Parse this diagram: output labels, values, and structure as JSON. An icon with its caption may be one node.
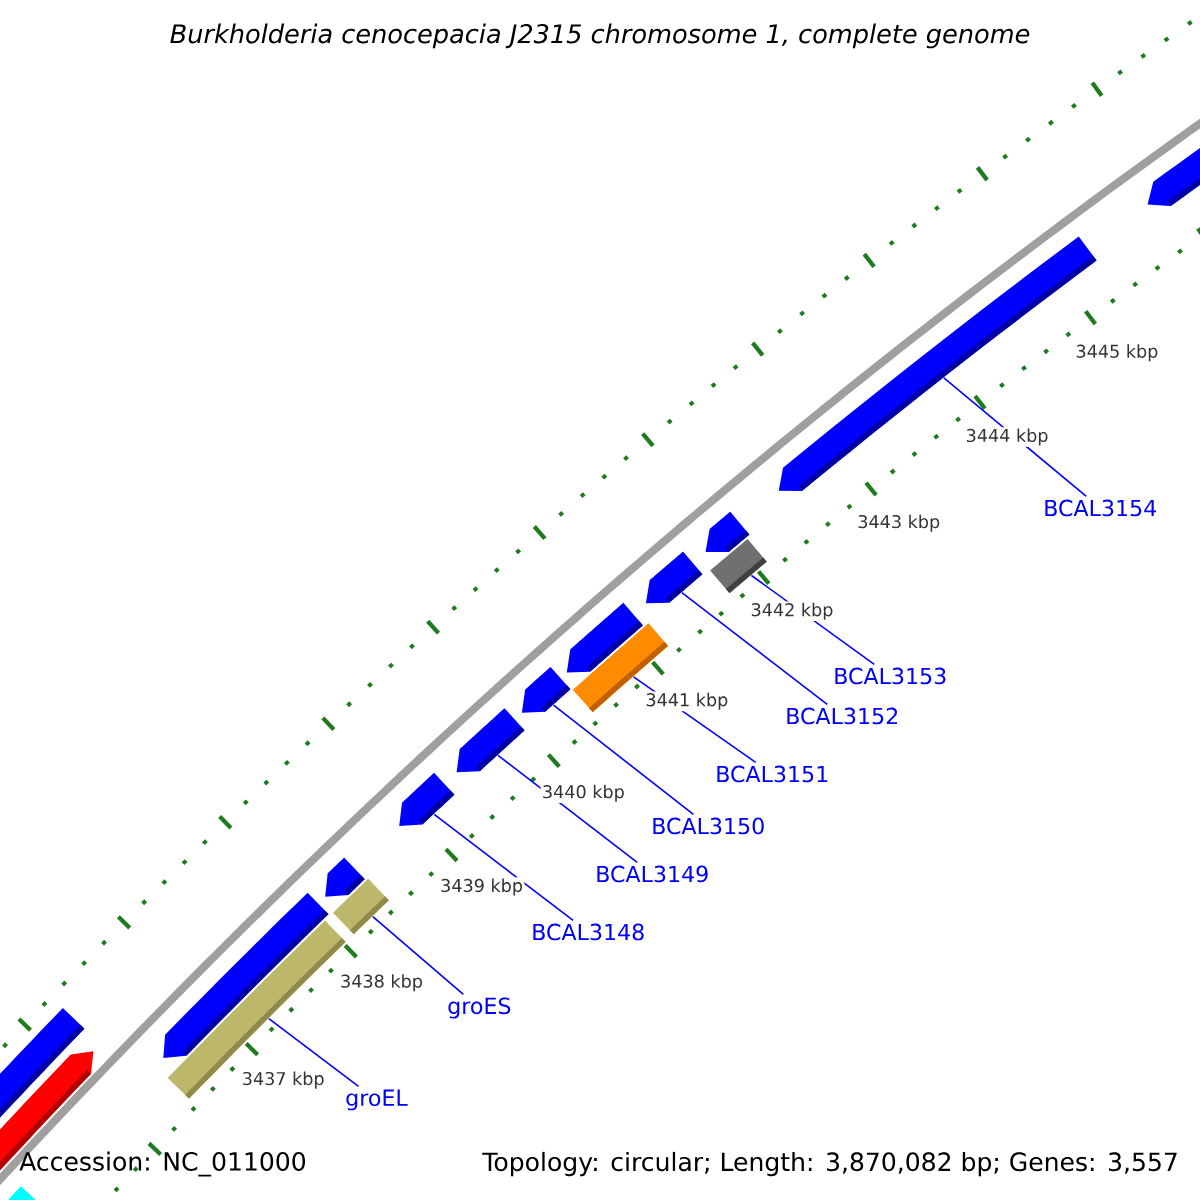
{
  "diagram": {
    "title": "Burkholderia cenocepacia J2315 chromosome 1, complete genome",
    "nodes": [
      {
        "text": [],
        "shape": "bar"
      },
      {
        "text": [],
        "shape": "pentagon"
      },
      {
        "text": [],
        "shape": "pentagon"
      },
      {
        "text": [],
        "shape": "pentagon"
      },
      {
        "text": [],
        "shape": "bar"
      },
      {
        "text": [],
        "shape": "pentagon"
      },
      {
        "text": [],
        "shape": "bar"
      },
      {
        "text": [],
        "shape": "pentagon"
      },
      {
        "text": [],
        "shape": "pentagon"
      },
      {
        "text": [],
        "shape": "pentagon"
      },
      {
        "text": [],
        "shape": "bar"
      },
      {
        "text": [],
        "shape": "pentagon"
      },
      {
        "text": [],
        "shape": "pentagon"
      },
      {
        "text": [],
        "shape": "bar"
      },
      {
        "text": [],
        "shape": "pentagon"
      },
      {
        "text": [],
        "shape": "pentagon"
      },
      {
        "text": [],
        "shape": "pentagon"
      },
      {
        "text": [
          "groEL"
        ]
      },
      {
        "text": [
          "groES"
        ]
      },
      {
        "text": [
          "BCAL3148"
        ]
      },
      {
        "text": [
          "BCAL3149"
        ]
      },
      {
        "text": [
          "BCAL3150"
        ]
      },
      {
        "text": [
          "BCAL3151"
        ]
      },
      {
        "text": [
          "BCAL3152"
        ]
      },
      {
        "text": [
          "BCAL3153"
        ]
      },
      {
        "text": [
          "BCAL3154"
        ]
      }
    ],
    "edges": [
      {
        "from": 17,
        "to": 4,
        "arrow": "none"
      },
      {
        "from": 18,
        "to": 6,
        "arrow": "none"
      },
      {
        "from": 19,
        "to": 7,
        "arrow": "none"
      },
      {
        "from": 20,
        "to": 8,
        "arrow": "none"
      },
      {
        "from": 21,
        "to": 9,
        "arrow": "none"
      },
      {
        "from": 22,
        "to": 10,
        "arrow": "none"
      },
      {
        "from": 23,
        "to": 12,
        "arrow": "none"
      },
      {
        "from": 24,
        "to": 13,
        "arrow": "none"
      },
      {
        "from": 25,
        "to": 15,
        "arrow": "none"
      }
    ],
    "labels": [
      "3445 kbp",
      "3444 kbp",
      "3443 kbp",
      "3442 kbp",
      "3441 kbp",
      "3440 kbp",
      "3439 kbp",
      "3438 kbp",
      "3437 kbp",
      "Accession: NC_011000",
      "Topology: circular; Length: 3,870,082 bp; Genes: 3,557"
    ]
  }
}
